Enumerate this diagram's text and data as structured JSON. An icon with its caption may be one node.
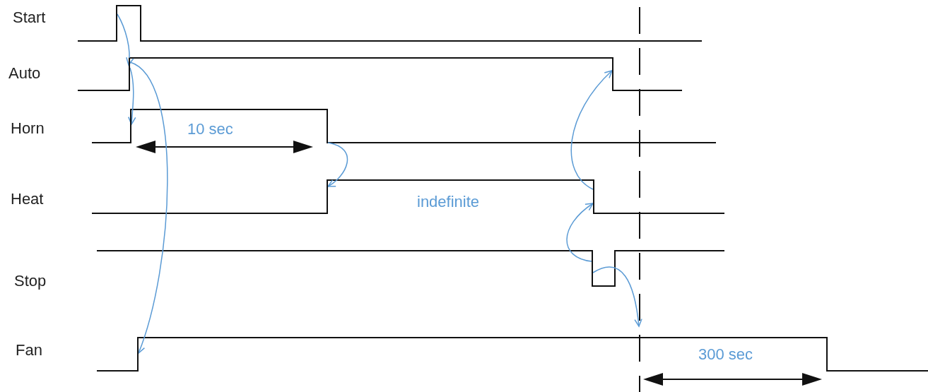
{
  "diagram": {
    "nodes": [
      {
        "text": [],
        "shape": "line"
      },
      {
        "text": [],
        "shape": "line"
      },
      {
        "text": [],
        "shape": "line"
      },
      {
        "text": [],
        "shape": "line"
      },
      {
        "text": [],
        "shape": "line"
      },
      {
        "text": [],
        "shape": "line"
      },
      {
        "text": [],
        "shape": "line"
      },
      {
        "text": [],
        "shape": "line"
      },
      {
        "text": [],
        "shape": "line"
      },
      {
        "text": [],
        "shape": "line"
      }
    ],
    "edges": [
      {
        "from": 0,
        "to": 1,
        "arrow": "to"
      },
      {
        "from": 1,
        "to": 2,
        "arrow": "to"
      },
      {
        "from": 1,
        "to": 3,
        "arrow": "to"
      },
      {
        "from": 4,
        "to": 5,
        "arrow": "to"
      },
      {
        "from": 7,
        "to": 8,
        "arrow": "to"
      },
      {
        "from": 6,
        "to": 7,
        "arrow": "to"
      },
      {
        "from": 6,
        "to": 9,
        "arrow": "to"
      }
    ],
    "labels": [
      "Start",
      "Auto",
      "Horn",
      "10 sec",
      "Heat",
      "indefinite",
      "Stop",
      "Fan",
      "300 sec"
    ]
  }
}
